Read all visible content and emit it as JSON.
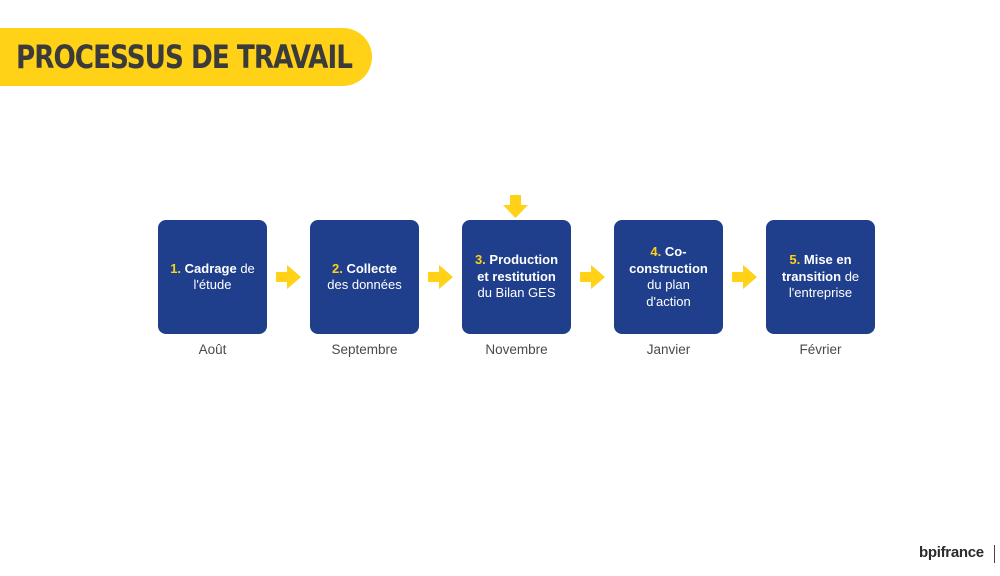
{
  "header": {
    "title": "PROCESSUS DE TRAVAIL"
  },
  "steps": [
    {
      "lines": [
        [
          {
            "t": "1. ",
            "s": "num"
          },
          {
            "t": "Cadrage",
            "s": "bold"
          },
          {
            "t": " de",
            "s": ""
          }
        ],
        [
          {
            "t": "l'étude",
            "s": ""
          }
        ]
      ],
      "month": "Août"
    },
    {
      "lines": [
        [
          {
            "t": "2. ",
            "s": "num"
          },
          {
            "t": "Collecte",
            "s": "bold"
          }
        ],
        [
          {
            "t": "des données",
            "s": ""
          }
        ]
      ],
      "month": "Septembre"
    },
    {
      "lines": [
        [
          {
            "t": "3. ",
            "s": "num"
          },
          {
            "t": "Production",
            "s": "bold"
          }
        ],
        [
          {
            "t": "et restitution",
            "s": "bold"
          }
        ],
        [
          {
            "t": "du Bilan GES",
            "s": ""
          }
        ]
      ],
      "month": "Novembre"
    },
    {
      "lines": [
        [
          {
            "t": "4. ",
            "s": "num"
          },
          {
            "t": "Co-",
            "s": "bold"
          }
        ],
        [
          {
            "t": "construction",
            "s": "bold"
          }
        ],
        [
          {
            "t": "du plan",
            "s": ""
          }
        ],
        [
          {
            "t": "d'action",
            "s": ""
          }
        ]
      ],
      "month": "Janvier"
    },
    {
      "lines": [
        [
          {
            "t": "5. ",
            "s": "num"
          },
          {
            "t": "Mise en",
            "s": "bold"
          }
        ],
        [
          {
            "t": "transition",
            "s": "bold"
          },
          {
            "t": " de",
            "s": ""
          }
        ],
        [
          {
            "t": "l'entreprise",
            "s": ""
          }
        ]
      ],
      "month": "Février"
    }
  ],
  "colors": {
    "accent": "#ffd117",
    "box": "#1f3f8c"
  },
  "logo": {
    "text": "bpifrance"
  }
}
